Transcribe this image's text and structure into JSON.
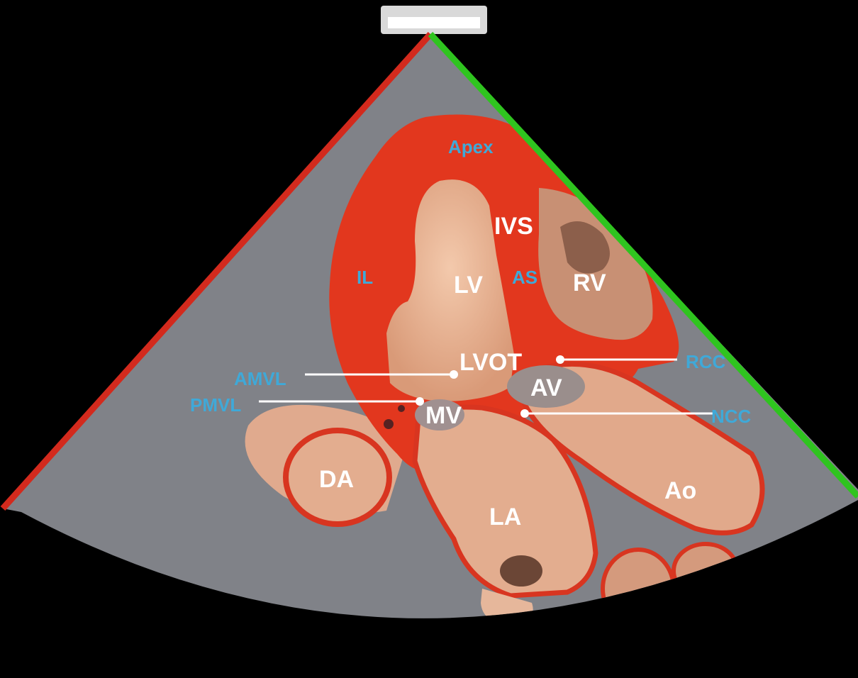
{
  "colors": {
    "background": "#000000",
    "sector": "#808288",
    "myocardium": "#e2371e",
    "chamber": "#e8b08f",
    "left_edge": "#d32a1d",
    "right_edge": "#2fc41f",
    "white_label": "#ffffff",
    "blue_label": "#3fa9d8"
  },
  "labels": {
    "apex": "Apex",
    "ivs": "IVS",
    "il": "IL",
    "lv": "LV",
    "as": "AS",
    "rv": "RV",
    "lvot": "LVOT",
    "rcc": "RCC",
    "amvl": "AMVL",
    "av": "AV",
    "pmvl": "PMVL",
    "mv": "MV",
    "ncc": "NCC",
    "da": "DA",
    "ao": "Ao",
    "la": "LA"
  }
}
